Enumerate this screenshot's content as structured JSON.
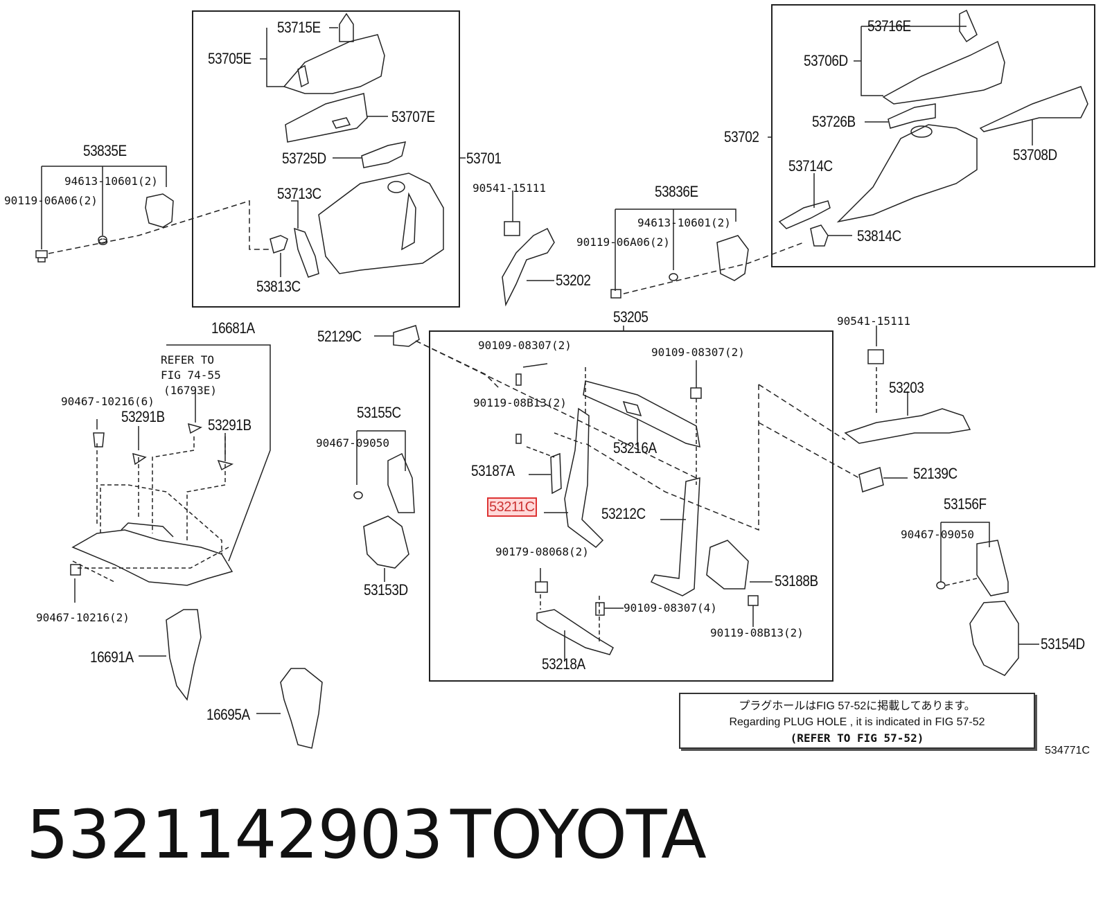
{
  "diagram": {
    "labels": {
      "l53715E": "53715E",
      "l53705E": "53705E",
      "l53707E": "53707E",
      "l53725D": "53725D",
      "l53701": "53701",
      "l53713C": "53713C",
      "l53813C": "53813C",
      "l53835E": "53835E",
      "l94613a": "94613-10601(2)",
      "l90119a": "90119-06A06(2)",
      "l90541a": "90541-15111",
      "l53202": "53202",
      "l53836E": "53836E",
      "l94613b": "94613-10601(2)",
      "l90119b": "90119-06A06(2)",
      "l53716E": "53716E",
      "l53706D": "53706D",
      "l53726B": "53726B",
      "l53702": "53702",
      "l53708D": "53708D",
      "l53714C": "53714C",
      "l53814C": "53814C",
      "l16681A": "16681A",
      "lRefer1": "REFER TO",
      "lRefer2": "FIG 74-55",
      "lRefer3": "(16793E)",
      "l90467a": "90467-10216(6)",
      "l53291Ba": "53291B",
      "l53291Bb": "53291B",
      "l90467b": "90467-10216(2)",
      "l16691A": "16691A",
      "l16695A": "16695A",
      "l52129C": "52129C",
      "l53155C": "53155C",
      "l90467c": "90467-09050",
      "l53153D": "53153D",
      "l53205": "53205",
      "l90109a": "90109-08307(2)",
      "l90109b": "90109-08307(2)",
      "l90119c": "90119-08B13(2)",
      "l53216A": "53216A",
      "l53187A": "53187A",
      "l53211C": "53211C",
      "l53212C": "53212C",
      "l90179": "90179-08068(2)",
      "l53188B": "53188B",
      "l90109c": "90109-08307(4)",
      "l90119d": "90119-08B13(2)",
      "l53218A": "53218A",
      "l90541b": "90541-15111",
      "l53203": "53203",
      "l52139C": "52139C",
      "l53156F": "53156F",
      "l90467d": "90467-09050",
      "l53154D": "53154D"
    },
    "note": {
      "line_jp": "プラグホールはFIG 57-52に掲載してあります。",
      "line_en": "Regarding PLUG HOLE , it is indicated in FIG 57-52",
      "line_ref": "(REFER TO FIG 57-52)"
    },
    "figure_id": "534771C"
  },
  "caption": {
    "part_number": "5321142903",
    "brand": "TOYOTA"
  }
}
